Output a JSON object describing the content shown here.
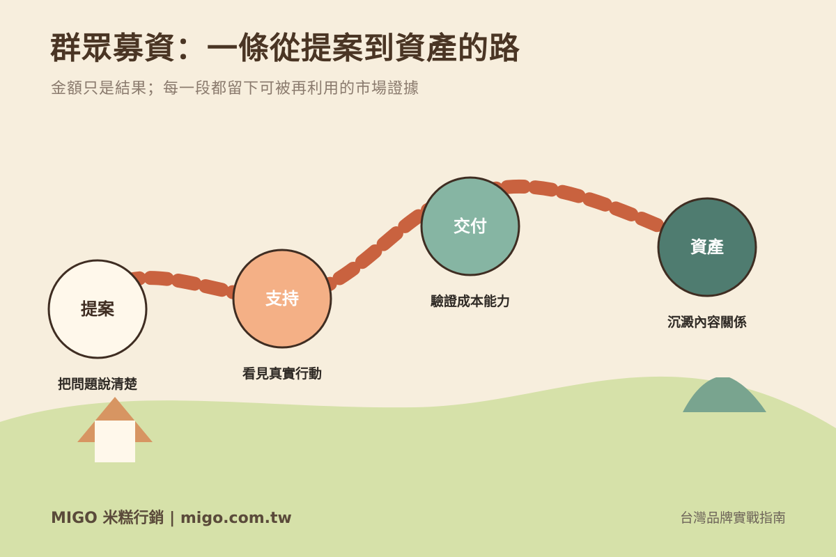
{
  "title": "群眾募資：一條從提案到資產的路",
  "subtitle": "金額只是結果；每一段都留下可被再利用的市場證據",
  "colors": {
    "background": "#f7eedd",
    "hill": "#d6e1a9",
    "path": "#c9623f",
    "stroke": "#3f2d22",
    "node_1": "#fff8eb",
    "node_2": "#f4b086",
    "node_3": "#86b5a3",
    "node_4": "#4f7c70",
    "house_roof": "#d79562",
    "house_body": "#fff8eb",
    "mound": "#79a48f"
  },
  "stages": [
    {
      "label": "提案",
      "caption": "把問題說清楚",
      "fill": "#fff8eb",
      "text_color": "#3f2d22"
    },
    {
      "label": "支持",
      "caption": "看見真實行動",
      "fill": "#f4b086",
      "text_color": "#ffffff"
    },
    {
      "label": "交付",
      "caption": "驗證成本能力",
      "fill": "#86b5a3",
      "text_color": "#ffffff"
    },
    {
      "label": "資產",
      "caption": "沉澱內容關係",
      "fill": "#4f7c70",
      "text_color": "#ffffff"
    }
  ],
  "footer": {
    "left": "MIGO 米糕行銷 | migo.com.tw",
    "right": "台灣品牌實戰指南"
  }
}
